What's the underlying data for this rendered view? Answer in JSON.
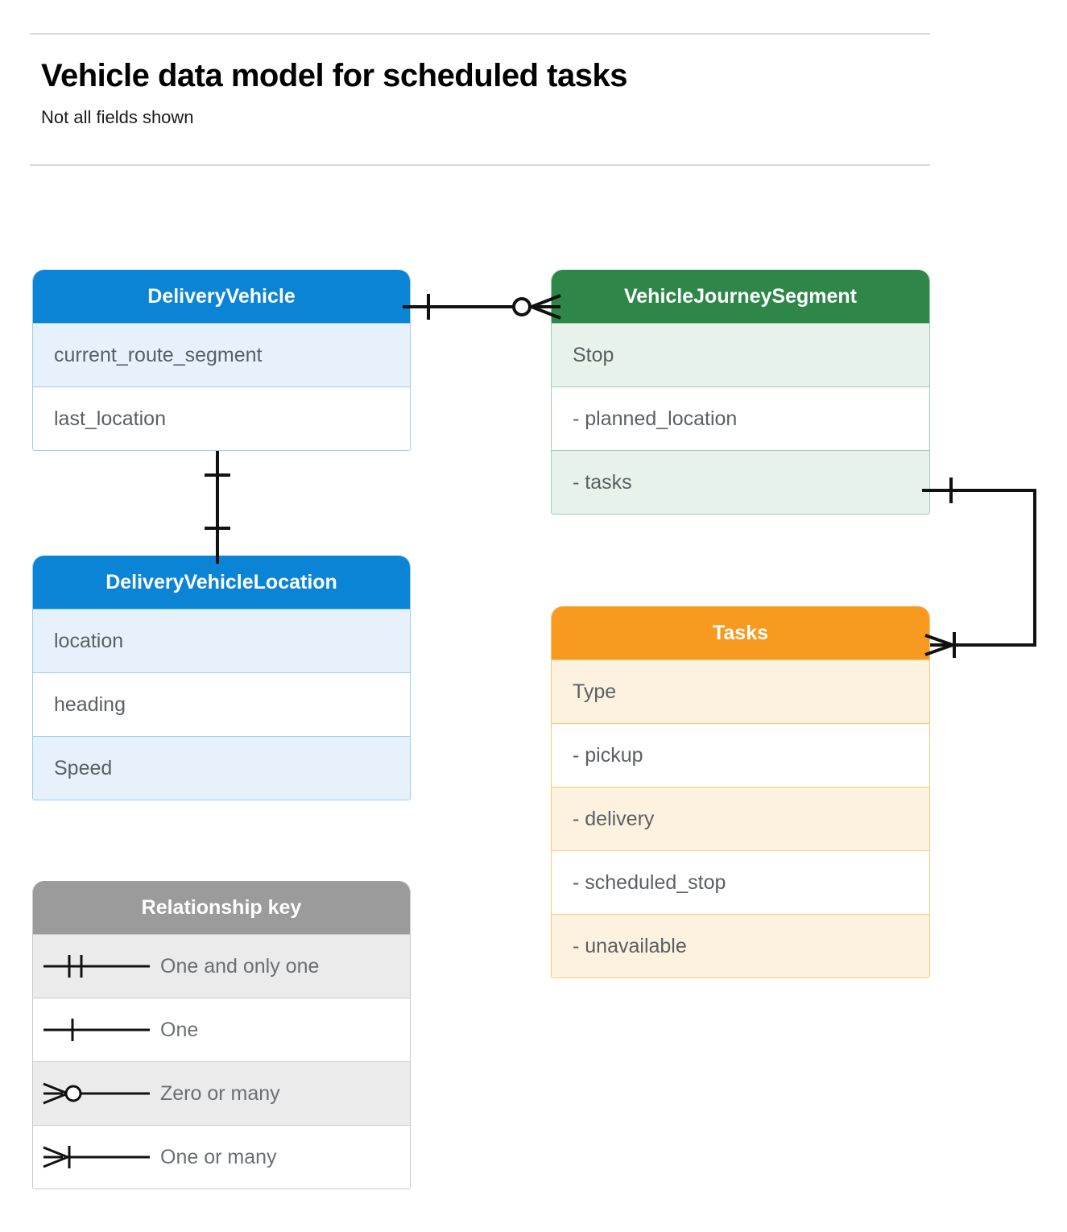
{
  "header": {
    "title": "Vehicle data model for scheduled tasks",
    "subtitle": "Not all fields shown"
  },
  "colors": {
    "blue": "#0b84d5",
    "blue_row": "#e6f1fb",
    "green": "#2e8748",
    "green_row": "#e7f3ea",
    "orange": "#f79a1f",
    "orange_row": "#fdf2e0",
    "grey": "#9b9b9b",
    "grey_row": "#ebebeb",
    "text": "#5b5f63",
    "line": "#000000"
  },
  "entities": [
    {
      "name": "DeliveryVehicle",
      "color": "blue",
      "rows": [
        "current_route_segment",
        "last_location"
      ]
    },
    {
      "name": "DeliveryVehicleLocation",
      "color": "blue",
      "rows": [
        "location",
        "heading",
        "Speed"
      ]
    },
    {
      "name": "VehicleJourneySegment",
      "color": "green",
      "rows": [
        "Stop",
        "-  planned_location",
        "- tasks"
      ]
    },
    {
      "name": "Tasks",
      "color": "orange",
      "rows": [
        "Type",
        "-  pickup",
        "-  delivery",
        "-  scheduled_stop",
        "-  unavailable"
      ]
    }
  ],
  "legend": {
    "title": "Relationship key",
    "items": [
      {
        "symbol": "one-and-only-one",
        "label": "One and only one"
      },
      {
        "symbol": "one",
        "label": "One"
      },
      {
        "symbol": "zero-or-many",
        "label": "Zero or many"
      },
      {
        "symbol": "one-or-many",
        "label": "One or many"
      }
    ]
  },
  "relationships": [
    {
      "from": "DeliveryVehicle",
      "from_cardinality": "One",
      "to": "VehicleJourneySegment",
      "to_cardinality": "Zero or many"
    },
    {
      "from": "DeliveryVehicle",
      "from_cardinality": "One",
      "to": "DeliveryVehicleLocation",
      "to_cardinality": "One"
    },
    {
      "from": "VehicleJourneySegment.tasks",
      "from_cardinality": "One",
      "to": "Tasks",
      "to_cardinality": "One or many"
    }
  ]
}
